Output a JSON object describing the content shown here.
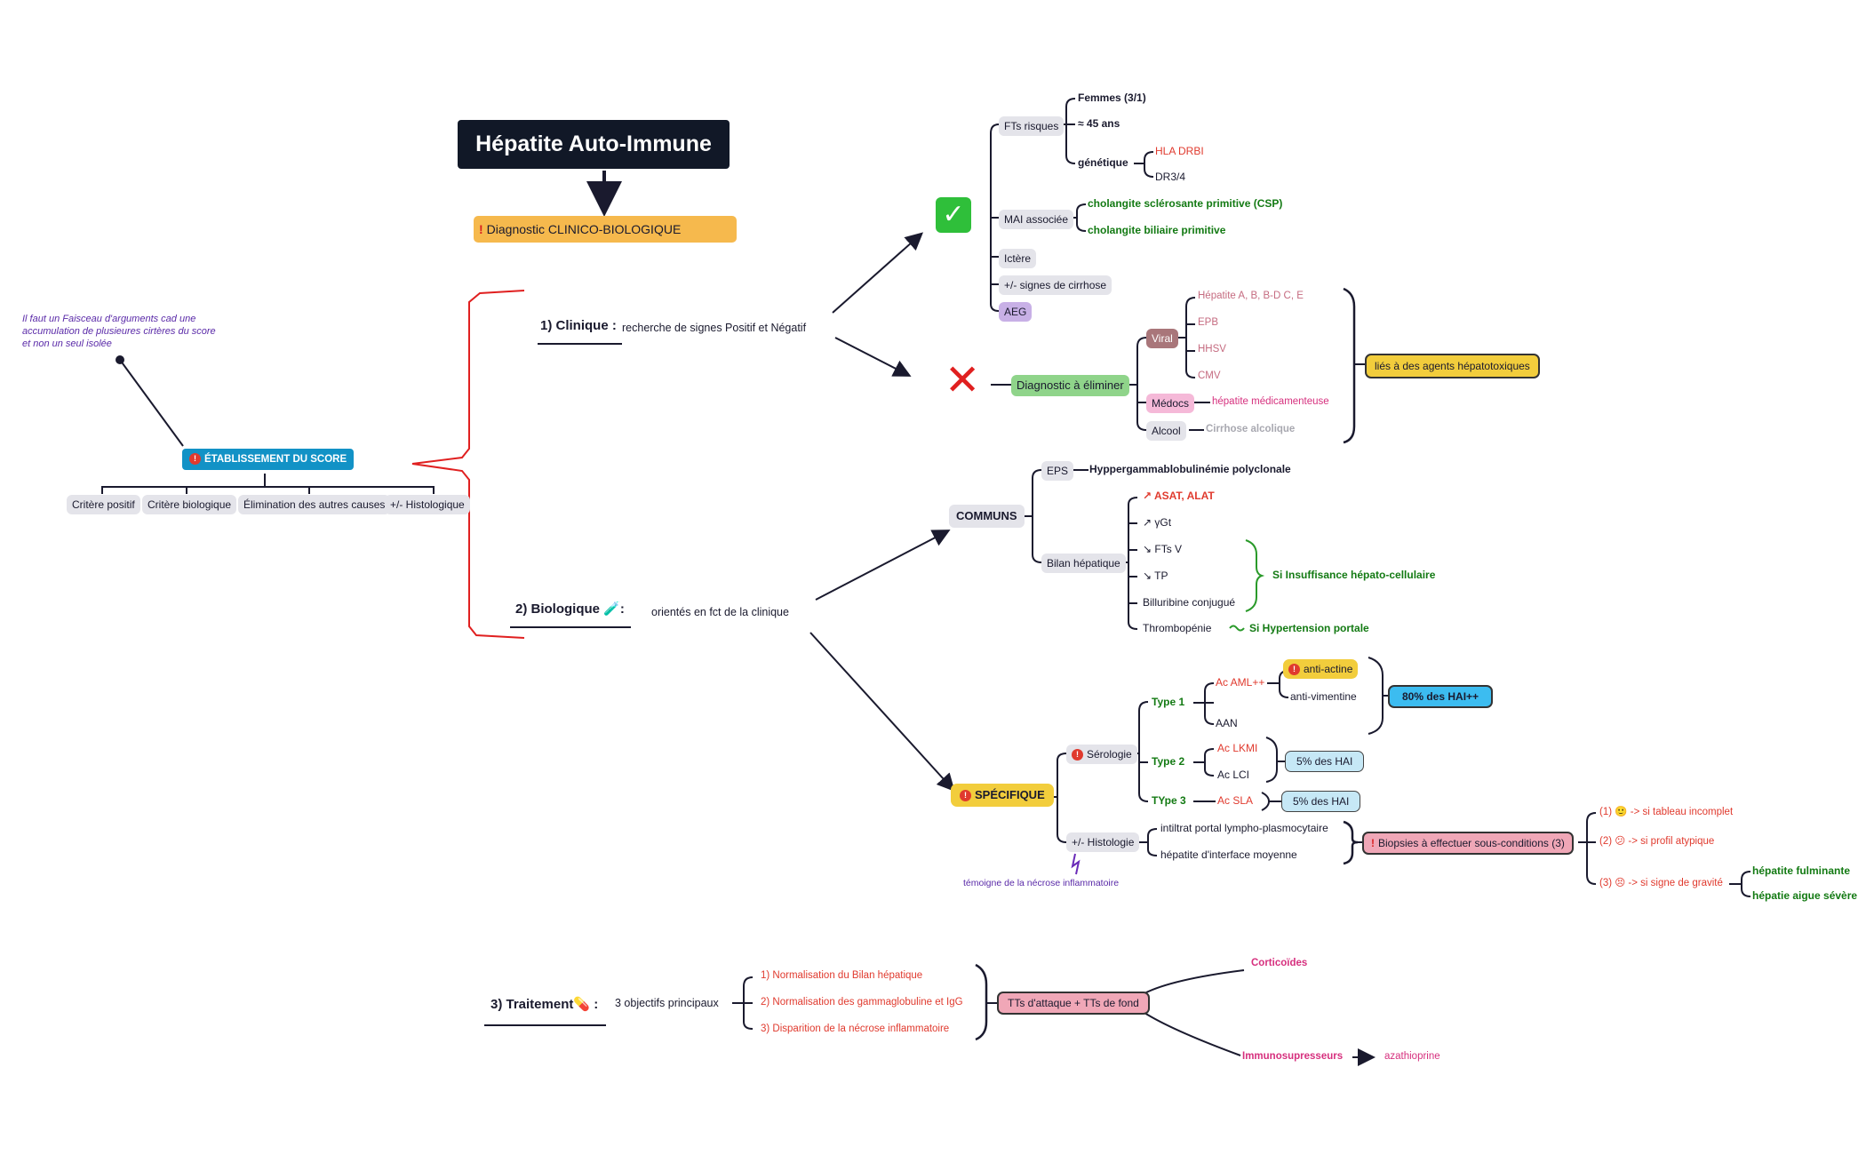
{
  "title": "Hépatite Auto-Immune",
  "diagnostic": "Diagnostic CLINICO-BIOLOGIQUE",
  "note": "Il faut un Faisceau d'arguments cad une accumulation de plusieures cirtères du score et non un seul isolée",
  "score": {
    "label": "ÉTABLISSEMENT DU SCORE",
    "items": [
      "Critère positif",
      "Critère biologique",
      "Élimination des autres causes",
      "+/- Histologique"
    ]
  },
  "clinique": {
    "label": "1) Clinique :",
    "desc": "recherche de signes Positif et Négatif",
    "positif": {
      "fts": "FTs risques",
      "fts_items": [
        "Femmes (3/1)",
        "≈ 45 ans",
        "génétique"
      ],
      "gen_items": [
        "HLA DRBI",
        "DR3/4"
      ],
      "mai": "MAI associée",
      "mai_items": [
        "cholangite sclérosante primitive (CSP)",
        "cholangite biliaire primitive"
      ],
      "others": [
        "Ictère",
        "+/- signes de cirrhose",
        "AEG"
      ]
    },
    "negatif": {
      "label": "Diagnostic à éliminer",
      "viral": "Viral",
      "viral_items": [
        "Hépatite A, B, B-D C, E",
        "EPB",
        "HHSV",
        "CMV"
      ],
      "medocs": "Médocs",
      "medocs_val": "hépatite médicamenteuse",
      "alcool": "Alcool",
      "alcool_val": "Cirrhose alcolique",
      "hepatotox": "liés à des agents hépatotoxiques"
    }
  },
  "biologique": {
    "label": "2) Biologique 🧪:",
    "desc": "orientés en fct de la clinique",
    "communs": "COMMUNS",
    "eps": "EPS",
    "eps_val": "Hyppergammablobulinémie polyclonale",
    "bilan": "Bilan hépatique",
    "bilan_items": [
      "↗ ASAT, ALAT",
      "↗ γGt",
      "↘ FTs V",
      "↘ TP",
      "Billuribine conjugué",
      "Thrombopénie"
    ],
    "ihc": "Si Insuffisance hépato-cellulaire",
    "htp": "Si Hypertension portale",
    "specifique": "SPÉCIFIQUE",
    "serologie": "Sérologie",
    "type1": "Type 1",
    "aml": "Ac AML++",
    "anti_actine": "anti-actine",
    "anti_vimentine": "anti-vimentine",
    "aan": "AAN",
    "pct80": "80% des HAI++",
    "type2": "Type 2",
    "lkm": "Ac LKMI",
    "lc": "Ac LCI",
    "pct5a": "5% des HAI",
    "type3": "TYpe 3",
    "sla": "Ac SLA",
    "pct5b": "5% des HAI",
    "histologie": "+/- Histologie",
    "histo_items": [
      "intiltrat portal lympho-plasmocytaire",
      "hépatite d'interface moyenne"
    ],
    "necrose": "témoigne de la nécrose inflammatoire",
    "biopsies": "Biopsies à effectuer sous-conditions (3)",
    "conditions": [
      "(1) 🙂 -> si tableau incomplet",
      "(2) 😕 -> si profil atypique",
      "(3) 😣 -> si signe de gravité"
    ],
    "gravite": [
      "hépatite fulminante",
      "hépatie aigue sévère"
    ]
  },
  "traitement": {
    "label": "3) Traitement💊 :",
    "desc": "3 objectifs principaux",
    "objectifs": [
      "1) Normalisation du Bilan hépatique",
      "2) Normalisation des gammaglobuline et IgG",
      "3) Disparition de la nécrose inflammatoire"
    ],
    "tts": "TTs d'attaque + TTs de fond",
    "cortico": "Corticoïdes",
    "immuno": "Immunosupresseurs",
    "aza": "azathioprine"
  },
  "icons": {
    "positif": "check-mark-icon",
    "negatif": "cross-mark-icon"
  },
  "colors": {
    "accent_red": "#e03a2e",
    "green": "#137a13",
    "pink": "#d6307e",
    "dark": "#111827"
  }
}
